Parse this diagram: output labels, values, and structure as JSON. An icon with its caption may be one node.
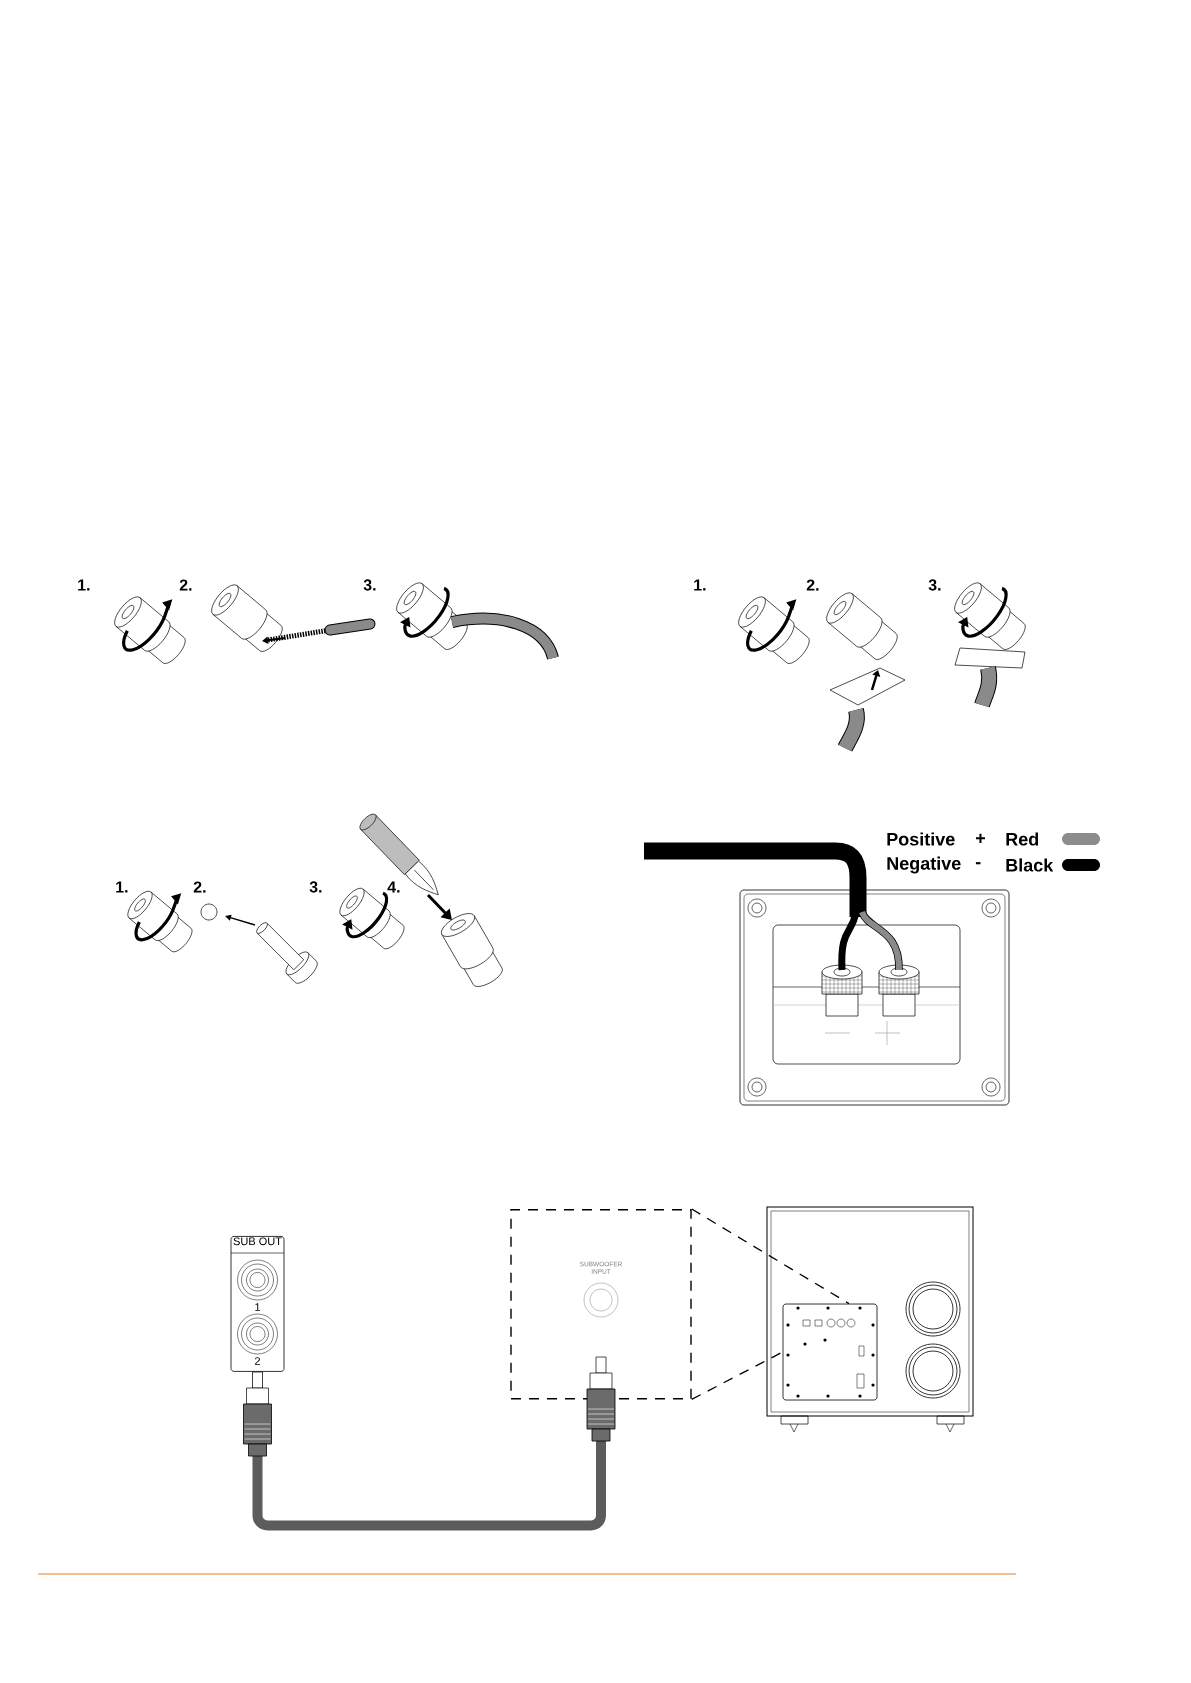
{
  "diagram": {
    "nodes": [
      {
        "text": [
          "SUB OUT"
        ]
      },
      {
        "text": [
          "SUBWOOFER INPUT"
        ]
      },
      {
        "text": [],
        "shape": "picture"
      },
      {
        "text": [],
        "shape": "box",
        "in": 2
      }
    ],
    "edges": [
      {
        "from": 0,
        "to": 1,
        "arrow": "none",
        "style": "thick",
        "color": "#5c5c5c"
      },
      {
        "from": 1,
        "to": 3,
        "arrow": "none",
        "style": "dashed"
      },
      {
        "from": 1,
        "to": 3,
        "arrow": "none",
        "style": "dashed"
      }
    ],
    "labels": [
      "1.",
      "2.",
      "3.",
      "1.",
      "2.",
      "3.",
      "1.",
      "2.",
      "3.",
      "4.",
      "Positive",
      "+",
      "Negative",
      "-",
      "1",
      "2"
    ],
    "legend": [
      {
        "text": "Red",
        "color": "#8c8c8c"
      },
      {
        "text": "Black",
        "color": "#000000"
      }
    ]
  }
}
